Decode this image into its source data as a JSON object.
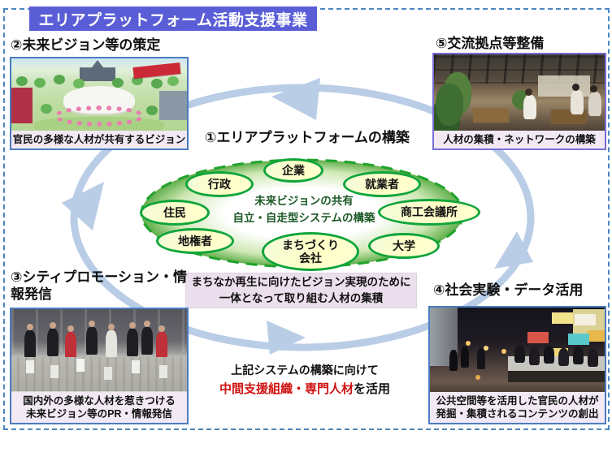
{
  "header": {
    "title": "エリアプラットフォーム活動支援事業"
  },
  "sections": {
    "s1": {
      "title": "①エリアプラットフォームの構築"
    },
    "s2": {
      "title": "②未来ビジョン等の策定",
      "caption": "官民の多様な人材が共有するビジョン"
    },
    "s3": {
      "title": "③シティプロモーション・情報発信",
      "caption_line1": "国内外の多様な人材を惹きつける",
      "caption_line2": "未来ビジョン等のPR・情報発信"
    },
    "s4": {
      "title": "④社会実験・データ活用",
      "caption_line1": "公共空間等を活用した官民の人材が",
      "caption_line2": "発掘・集積されるコンテンツの創出"
    },
    "s5": {
      "title": "⑤交流拠点等整備",
      "caption": "人材の集積・ネットワークの構築"
    }
  },
  "diagram": {
    "actors": [
      "行政",
      "企業",
      "就業者",
      "住民",
      "商工会議所",
      "地権者",
      "大学",
      "まちづくり会社"
    ],
    "center_line1": "未来ビジョンの共有",
    "center_line2": "自立・自走型システムの構築"
  },
  "notes": {
    "goal_line1": "まちなか再生に向けたビジョン実現のために",
    "goal_line2": "一体となって取り組む人材の集積",
    "support_line1": "上記システムの構築に向けて",
    "support_highlight": "中間支援組織・専門人材",
    "support_suffix": "を活用"
  },
  "colors": {
    "header_bg": "#5a5ed6",
    "frame_dashed_blue": "#4d86c0",
    "cycle_arrow": "#b9cde6",
    "oval_border_green": "#0fa53a",
    "oval_fill": "#ffffcc",
    "ellipse_edge_green": "#5fae4a",
    "caption_bg": "#f2e9f4",
    "goal_box_bg": "#ecdfed",
    "center_text_green": "#1e5a28",
    "highlight_red": "#d01010"
  }
}
